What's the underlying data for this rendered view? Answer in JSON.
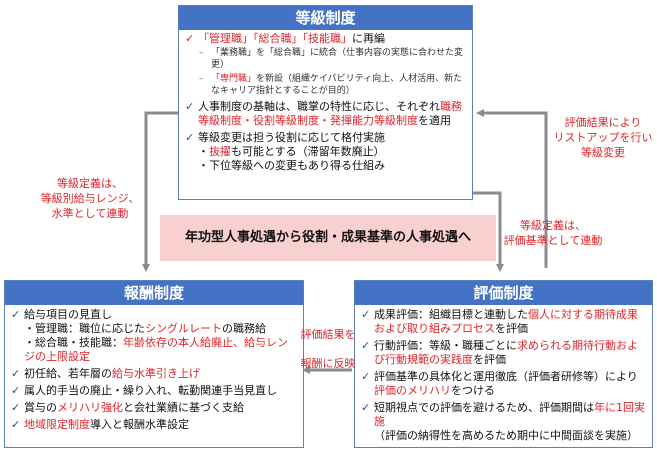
{
  "center_message": "年功型人事処遇から役割・成果基準の人事処遇へ",
  "grade": {
    "title": "等級制度",
    "item1_a": "「管理職」「総合職」「技能職」",
    "item1_b": "に再編",
    "sub1": "「業務職」を「総合職」に統合（仕事内容の実態に合わせた変更）",
    "sub2_a": "「専門職」",
    "sub2_b": "を新設（組織ケイパビリティ向上、人材活用、新たなキャリア指針とすることが目的）",
    "item2_a": "人事制度の基軸は、職掌の特性に応じ、それぞれ",
    "item2_b": "職務等級制度・役割等級制度・発揮能力等級制度",
    "item2_c": "を適用",
    "item3": "等級変更は担う役割に応じて格付実施",
    "item3_l1_a": "・",
    "item3_l1_b": "抜擢",
    "item3_l1_c": "も可能とする（滞留年数廃止）",
    "item3_l2": "・下位等級への変更もあり得る仕組み"
  },
  "reward": {
    "title": "報酬制度",
    "item1": "給与項目の見直し",
    "item1_l1_a": "・管理職：職位に応じた",
    "item1_l1_b": "シングルレート",
    "item1_l1_c": "の職務給",
    "item1_l2_a": "・総合職・技能職：",
    "item1_l2_b": "年齢依存の本人給廃止、給与レンジの上限設定",
    "item2_a": "初任給、若年層の",
    "item2_b": "給与水準引き上げ",
    "item3": "属人的手当の廃止・繰り入れ、転勤関連手当見直し",
    "item4_a": "賞与の",
    "item4_b": "メリハリ強化",
    "item4_c": "と会社業績に基づく支給",
    "item5_a": "地域限定制度",
    "item5_b": "導入と報酬水準設定"
  },
  "eval": {
    "title": "評価制度",
    "item1_a": "成果評価：組織目標と連動した",
    "item1_b": "個人に対する期待成果および取り組みプロセス",
    "item1_c": "を評価",
    "item2_a": "行動評価：等級・職種ごとに",
    "item2_b": "求められる期待行動および行動規範の実践度",
    "item2_c": "を評価",
    "item3_a": "評価基準の具体化と運用徹底（評価者研修等）により",
    "item3_b": "評価のメリハリ",
    "item3_c": "をつける",
    "item4_a": "短期視点での評価を避けるため、評価期間は",
    "item4_b": "年に1回実施",
    "item4_l1": "（評価の納得性を高めるため期中に中間面談を実施）"
  },
  "labels": {
    "grade_to_reward_1": "等級定義は、",
    "grade_to_reward_2": "等級別給与レンジ、",
    "grade_to_reward_3": "水準として連動",
    "eval_to_grade_1": "評価結果により",
    "eval_to_grade_2": "リストアップを行い",
    "eval_to_grade_3": "等級変更",
    "grade_to_eval_1": "等級定義は、",
    "grade_to_eval_2": "評価基準として連動",
    "eval_to_reward_1": "評価結果を",
    "eval_to_reward_2": "報酬に反映"
  },
  "colors": {
    "header_blue": "#4472c4",
    "accent_red": "#e0242a",
    "arrow_gray": "#8c8c8c",
    "center_pink": "#f9d0d0"
  }
}
